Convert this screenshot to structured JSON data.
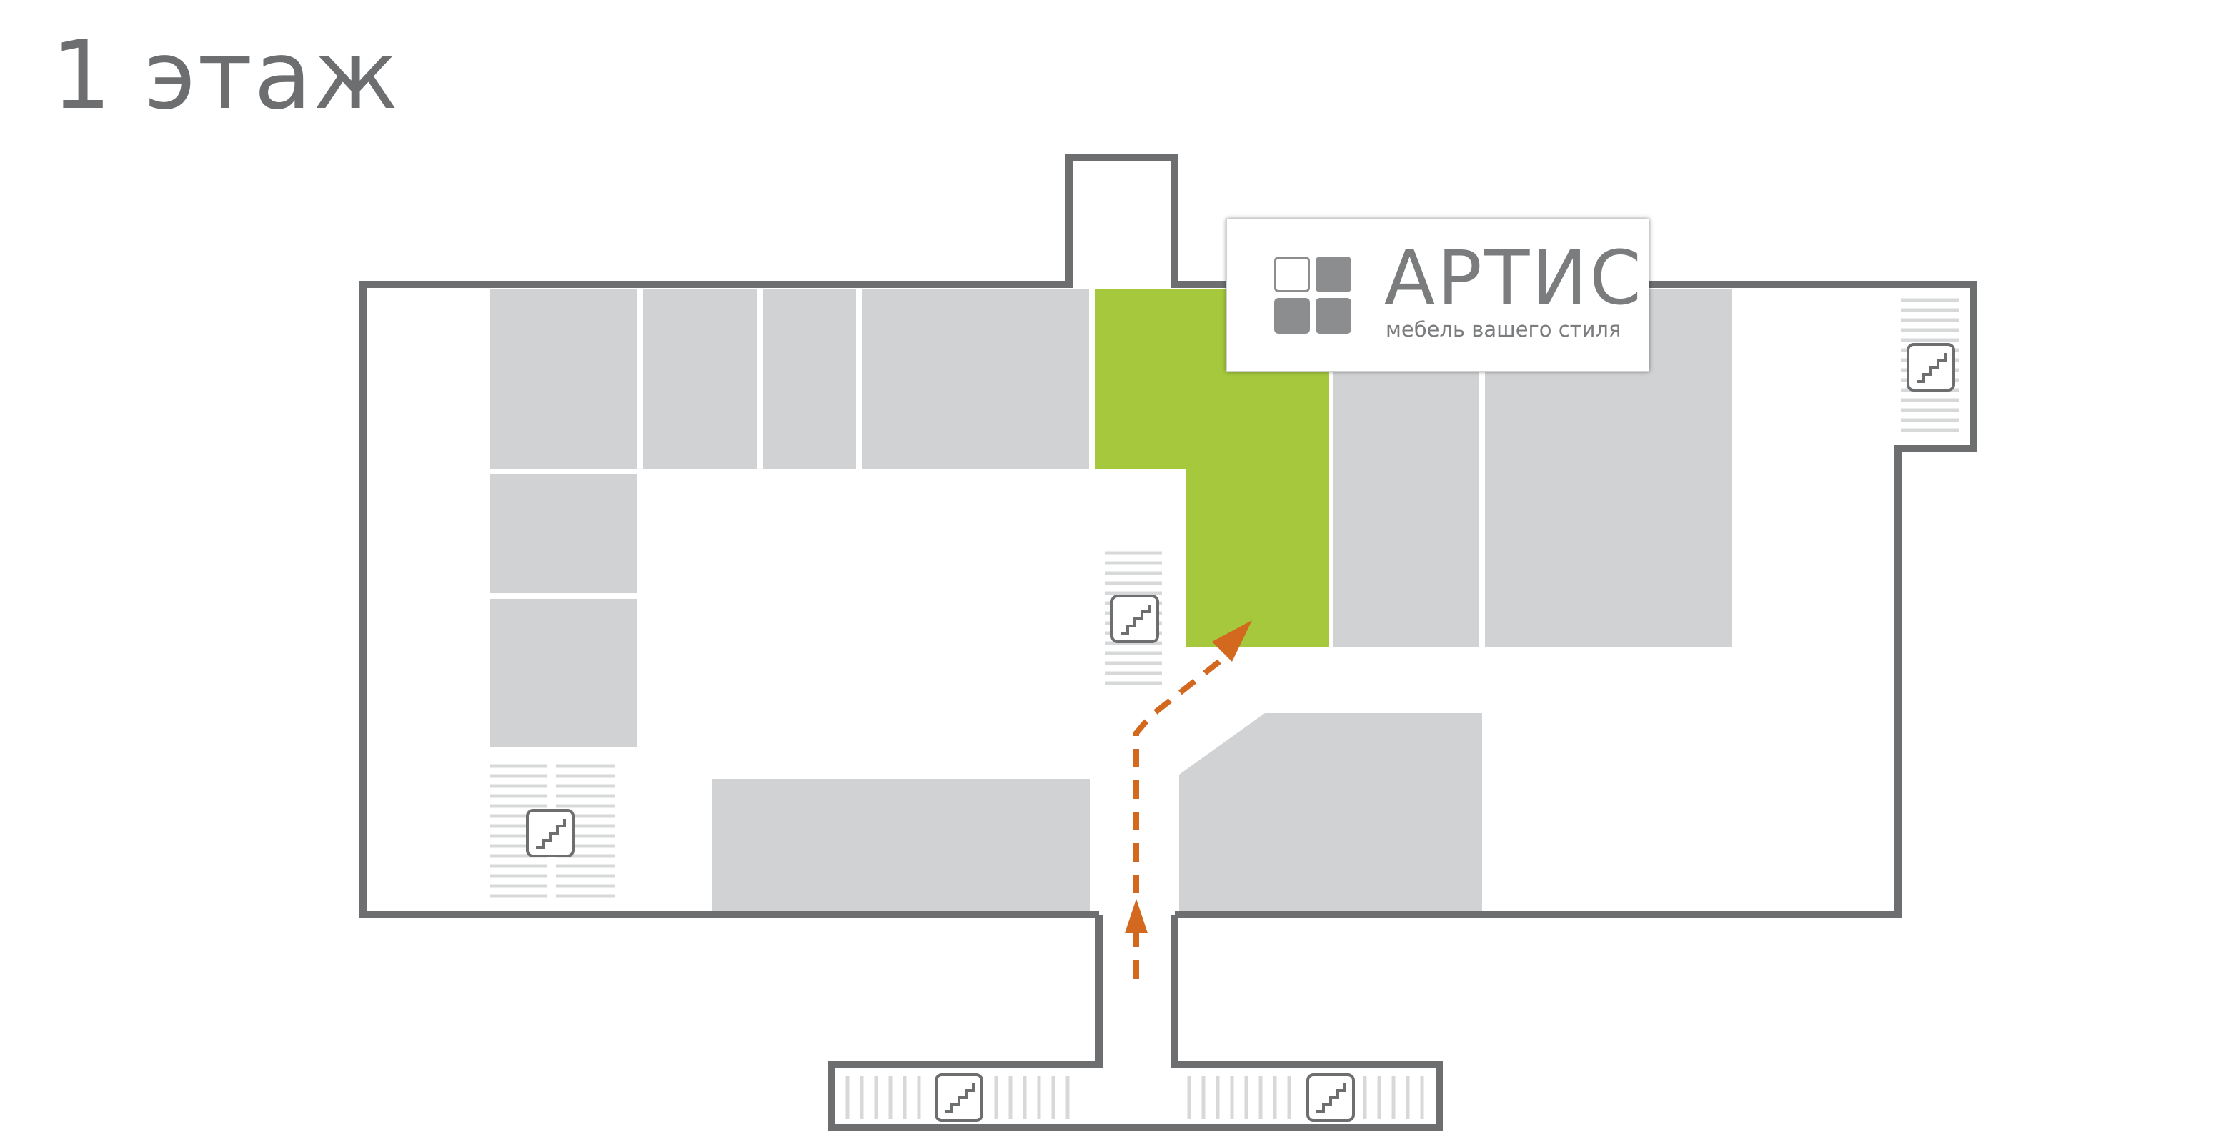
{
  "floor_title": "1 этаж",
  "store": {
    "name": "АРТИС",
    "tagline": "мебель вашего стиля"
  },
  "colors": {
    "walls": "#6d6e70",
    "shop_unit": "#d1d2d4",
    "highlight_store": "#a5c83d",
    "route_arrow": "#d2691e",
    "stairs": "#d7d8da",
    "logo_tile_outline": "#8c8d8f",
    "logo_tile_fill": "#8c8d8f"
  },
  "icons": {
    "stairs": "stairs-icon",
    "logo": "four-squares-logo-icon"
  }
}
